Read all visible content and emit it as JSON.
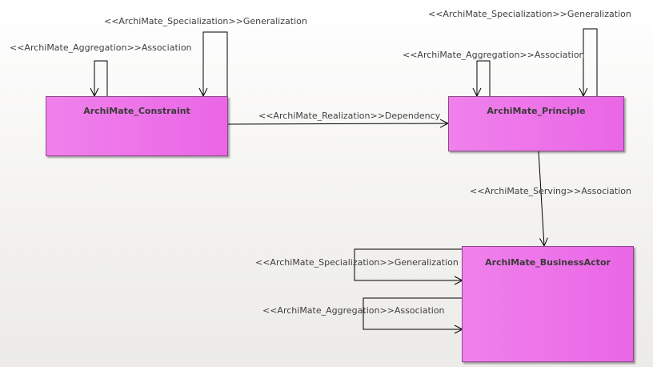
{
  "diagram": {
    "elements": {
      "constraint": {
        "name": "ArchiMate_Constraint"
      },
      "principle": {
        "name": "ArchiMate_Principle"
      },
      "business_actor": {
        "name": "ArchiMate_BusinessActor"
      }
    },
    "connectors": {
      "constraint_generalization": "<<ArchiMate_Specialization>>Generalization",
      "constraint_association": "<<ArchiMate_Aggregation>>Association",
      "realization_dependency": "<<ArchiMate_Realization>>Dependency",
      "principle_generalization": "<<ArchiMate_Specialization>>Generalization",
      "principle_association": "<<ArchiMate_Aggregation>>Association",
      "serving_association": "<<ArchiMate_Serving>>Association",
      "actor_generalization": "<<ArchiMate_Specialization>>Generalization",
      "actor_association": "<<ArchiMate_Aggregation>>Association"
    },
    "colors": {
      "element_fill_left": "#f081ec",
      "element_fill_right": "#ea66e6",
      "line": "#000000"
    }
  }
}
